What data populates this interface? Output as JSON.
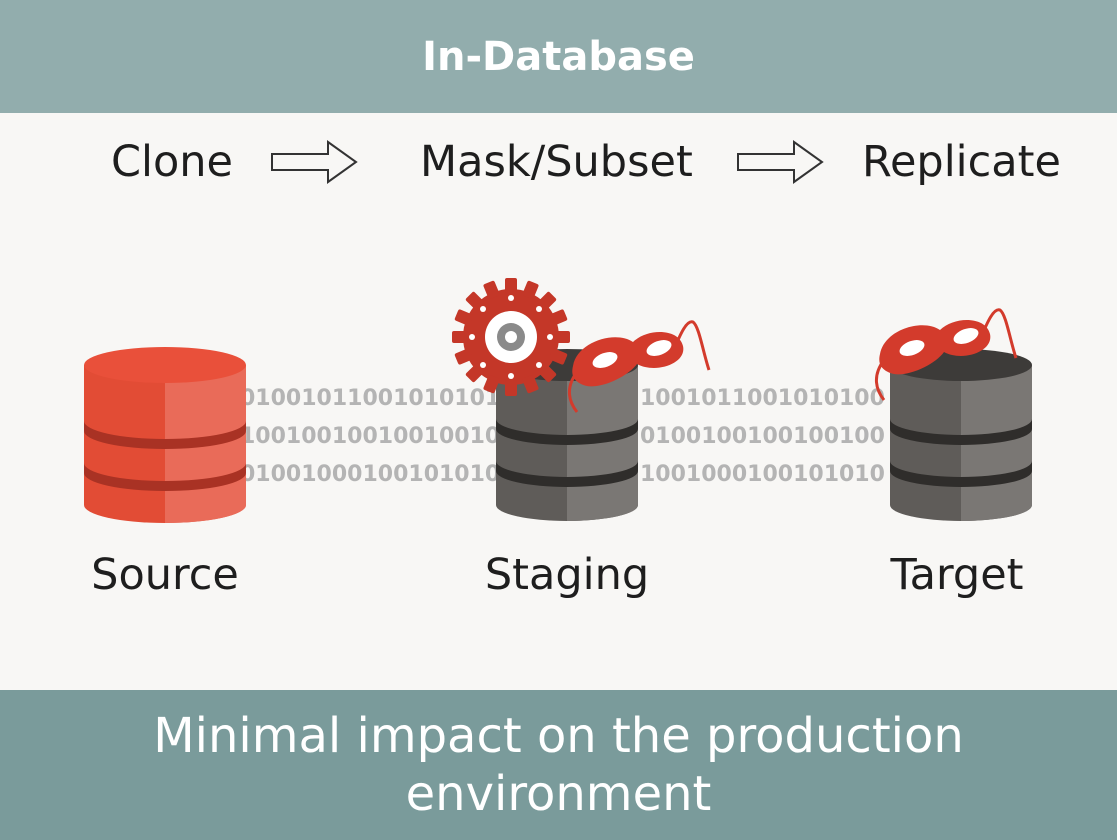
{
  "header": {
    "title": "In-Database"
  },
  "steps": [
    {
      "label": "Clone"
    },
    {
      "label": "Mask/Subset"
    },
    {
      "label": "Replicate"
    }
  ],
  "databases": [
    {
      "label": "Source"
    },
    {
      "label": "Staging"
    },
    {
      "label": "Target"
    }
  ],
  "binary_streams": [
    {
      "lines": [
        "010010110010101010",
        "100100100100100100",
        "010010001001010101"
      ]
    },
    {
      "lines": [
        "1001011001010100",
        "0100100100100100",
        "1001000100101010"
      ]
    }
  ],
  "colors": {
    "header_bg": "#92adad",
    "footer_bg": "#7a9b9b",
    "source_db": "#e24c35",
    "gray_db": "#6b6865",
    "mask": "#d33b2c",
    "gear": "#c43728"
  },
  "footer": {
    "message": "Minimal impact on the production environment"
  }
}
